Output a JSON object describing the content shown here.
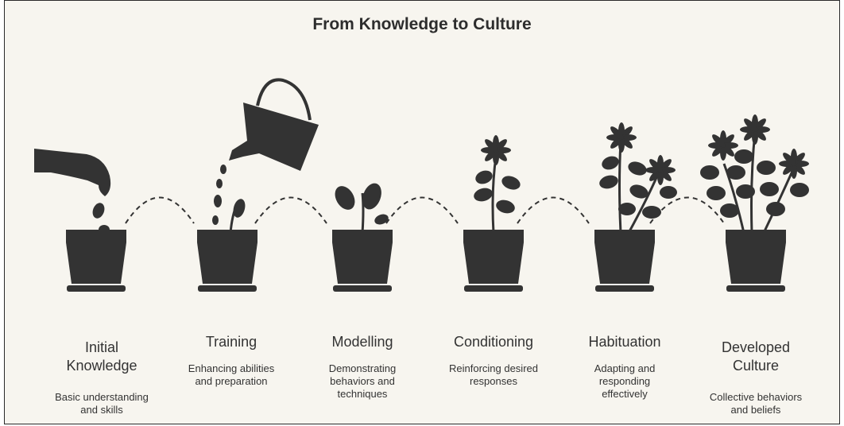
{
  "title": "From Knowledge to Culture",
  "colors": {
    "silhouette": "#333333",
    "background": "#f7f5ef"
  },
  "stages": [
    {
      "name": "Initial\nKnowledge",
      "description": "Basic understanding\nand skills"
    },
    {
      "name": "Training",
      "description": "Enhancing abilities\nand preparation"
    },
    {
      "name": "Modelling",
      "description": "Demonstrating\nbehaviors and\ntechniques"
    },
    {
      "name": "Conditioning",
      "description": "Reinforcing desired\nresponses"
    },
    {
      "name": "Habituation",
      "description": "Adapting and\nresponding\neffectively"
    },
    {
      "name": "Developed\nCulture",
      "description": "Collective behaviors\nand beliefs"
    }
  ]
}
